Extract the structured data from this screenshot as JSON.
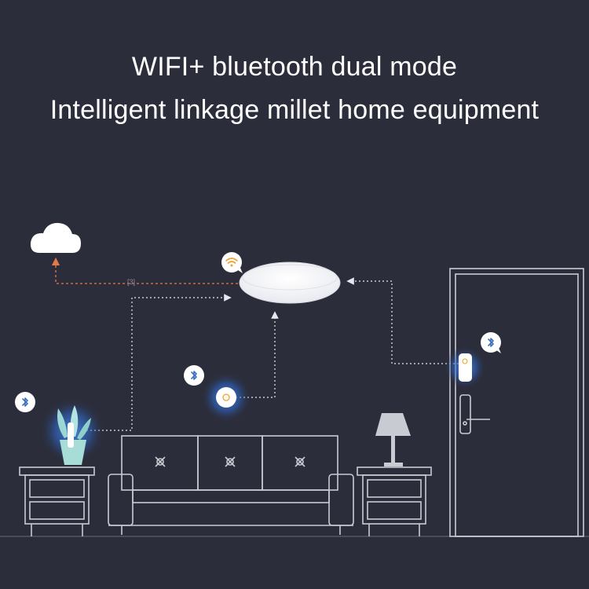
{
  "header": {
    "title": "WIFI+ bluetooth dual mode",
    "subtitle": "Intelligent linkage millet home equipment"
  },
  "diagram": {
    "link_label": "[3]",
    "icons": {
      "cloud": "cloud-icon",
      "wifi": "wifi-icon",
      "bluetooth": "bluetooth-icon",
      "ceiling_lamp": "ceiling-lamp-icon",
      "plant_sensor": "plant-sensor-icon",
      "wireless_switch": "wireless-switch-icon",
      "door_sensor": "door-sensor-icon",
      "table_lamp": "table-lamp-icon",
      "sofa": "sofa-icon",
      "door_lock": "door-lock-icon"
    },
    "colors": {
      "background": "#2b2d3b",
      "line_art": "#c9cbd3",
      "cloud_link": "#e2794a",
      "device_link": "#e8e8ee",
      "bluetooth_glow": "#3f7fd8",
      "wifi_accent": "#f0a030"
    }
  }
}
